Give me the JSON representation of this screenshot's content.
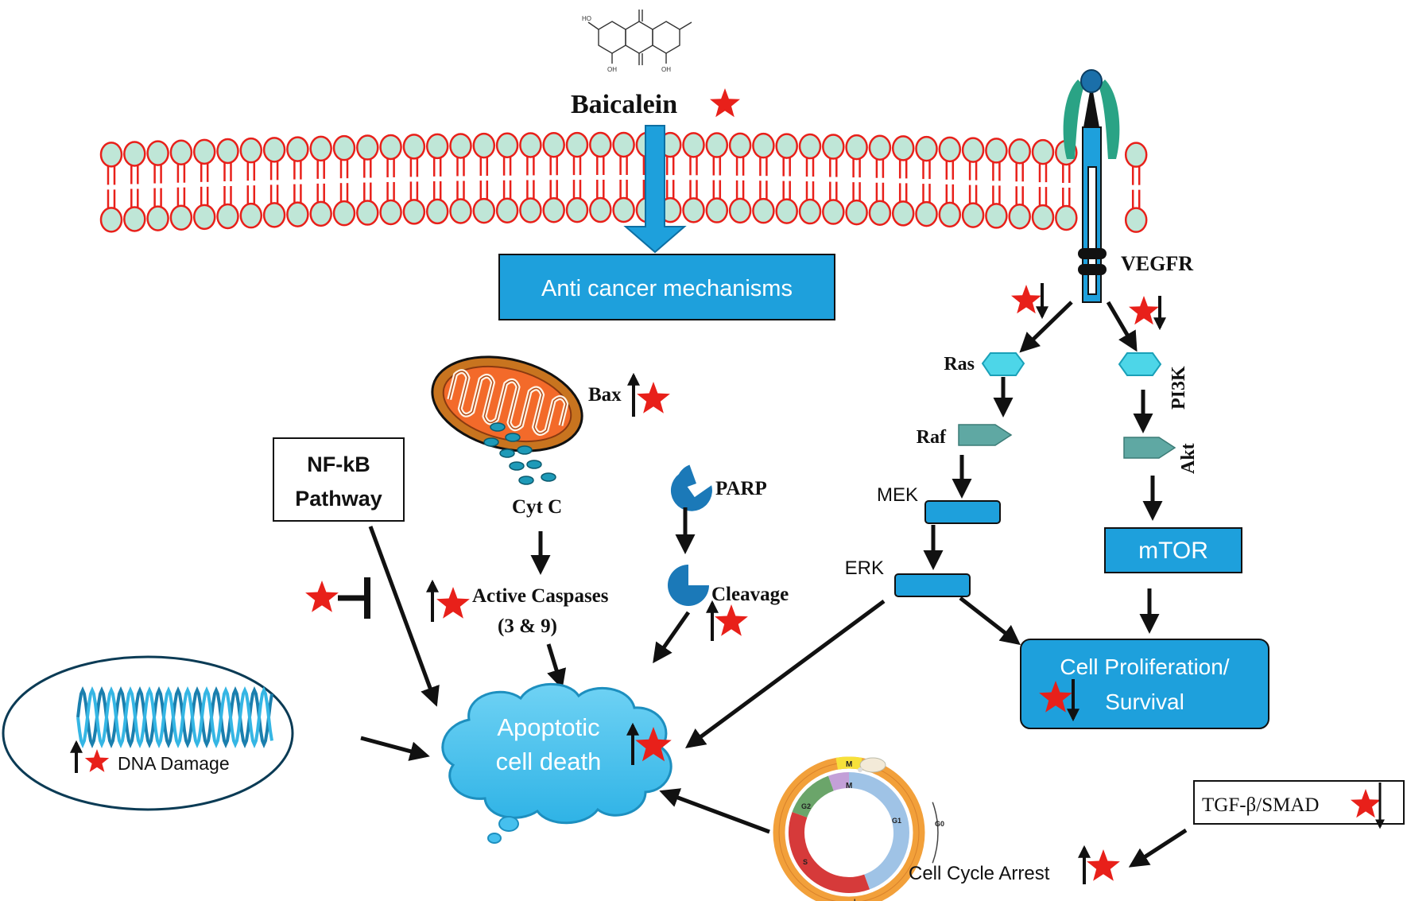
{
  "drug": {
    "name": "Baicalein",
    "molecule_labels": {
      "ho_left": "HO",
      "oh_a": "OH",
      "oh_b": "OH"
    }
  },
  "receptor": {
    "name": "VEGFR"
  },
  "boxes": {
    "anticancer": "Anti cancer mechanisms",
    "nfkb_line1": "NF-kB",
    "nfkb_line2": "Pathway",
    "mtor": "mTOR",
    "prolif_line1": "Cell Proliferation/",
    "prolif_line2": "Survival",
    "tgf": "TGF-β/SMAD"
  },
  "labels": {
    "bax": "Bax",
    "cytc": "Cyt C",
    "parp": "PARP",
    "cleavage": "Cleavage",
    "caspases_line1": "Active Caspases",
    "caspases_line2": "(3 & 9)",
    "ras": "Ras",
    "raf": "Raf",
    "mek": "MEK",
    "erk": "ERK",
    "pi3k": "PI3K",
    "akt": "Akt",
    "dna": "DNA Damage",
    "apoptotic_line1": "Apoptotic",
    "apoptotic_line2": "cell death",
    "cellcycle": "Cell Cycle Arrest"
  },
  "cell_cycle_phases": {
    "m_outer": "M",
    "m_inner": "M",
    "g1": "G1",
    "g2": "G2",
    "s": "S",
    "i": "I",
    "g0": "G0"
  },
  "colors": {
    "membrane_head": "#bfe6d7",
    "membrane_line": "#e8201a",
    "box_blue": "#1ea0dc",
    "star_red": "#e8201a",
    "cloud_blue": "#46c0ee",
    "node_cyan": "#4dd6e8",
    "node_teal": "#5fa8a3",
    "arrow": "#111111"
  }
}
